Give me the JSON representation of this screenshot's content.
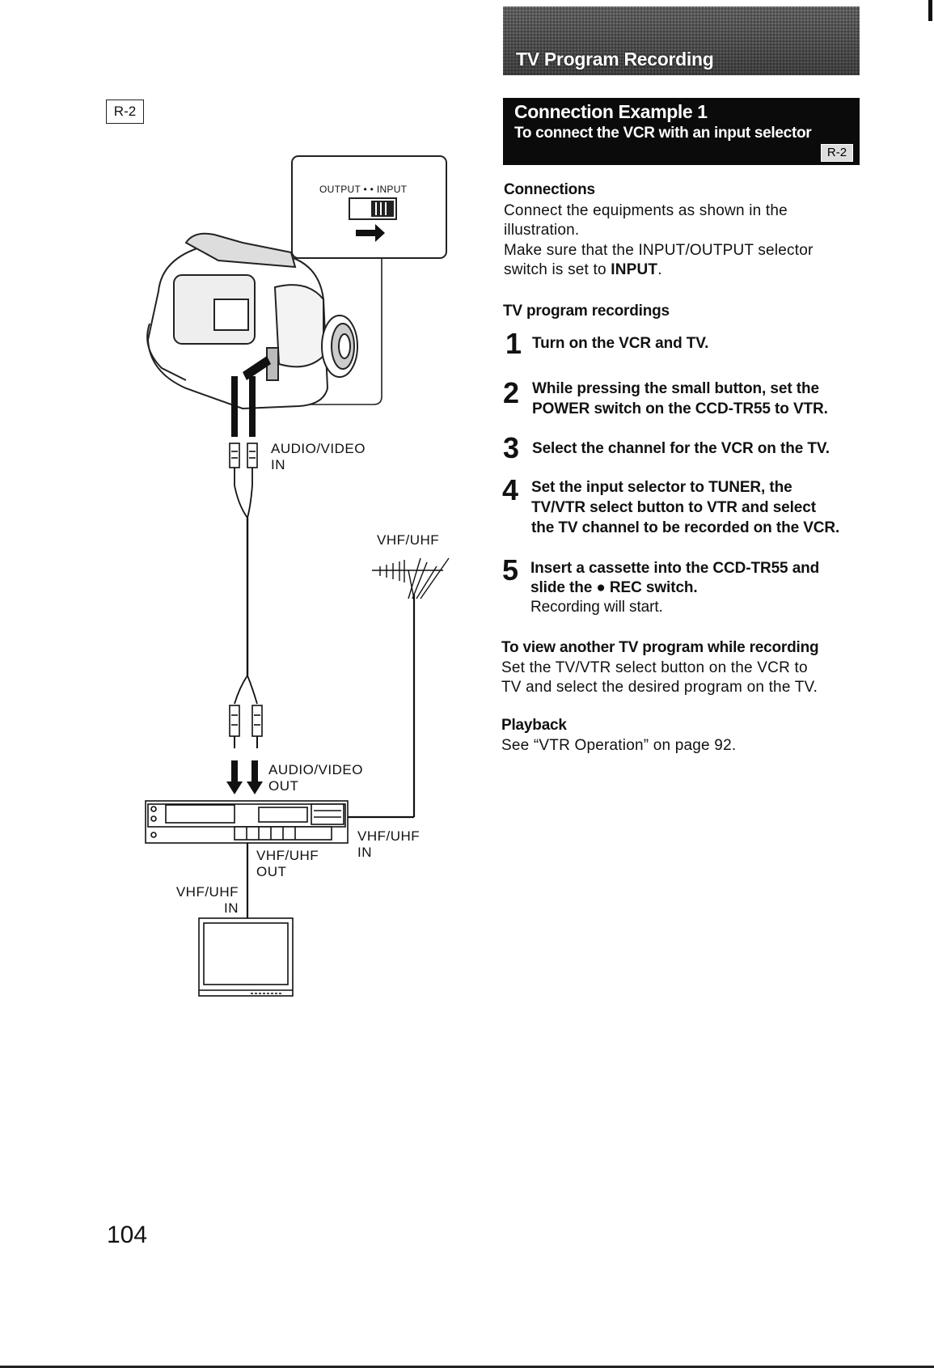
{
  "figure": {
    "ref_tag": "R-2",
    "selector_label": "OUTPUT • • INPUT",
    "audio_video_in": "AUDIO/VIDEO\nIN",
    "vhf_uhf_antenna": "VHF/UHF",
    "audio_video_out": "AUDIO/VIDEO\nOUT",
    "vcr_vhf_uhf_out": "VHF/UHF\nOUT",
    "vcr_vhf_uhf_in": "VHF/UHF\nIN",
    "tv_vhf_uhf_in": "VHF/UHF\nIN"
  },
  "section_title": "TV Program Recording",
  "example": {
    "heading": "Connection Example 1",
    "subheading": "To connect the VCR with an input selector",
    "ref_tag": "R-2"
  },
  "connections": {
    "heading": "Connections",
    "line1": "Connect the equipments as shown in the",
    "line2": "illustration.",
    "line3": "Make sure that the INPUT/OUTPUT selector",
    "line4_prefix": "switch is set to ",
    "line4_bold": "INPUT",
    "line4_suffix": "."
  },
  "tv_program_recordings": {
    "heading": "TV program recordings",
    "steps": [
      {
        "num": "1",
        "lines": [
          "Turn on the VCR and TV."
        ]
      },
      {
        "num": "2",
        "lines": [
          "While pressing the small button, set the",
          "POWER switch on the CCD-TR55 to VTR."
        ]
      },
      {
        "num": "3",
        "lines": [
          "Select the channel for the VCR on the TV."
        ]
      },
      {
        "num": "4",
        "lines": [
          "Set the input selector to TUNER, the",
          "TV/VTR select button to VTR and select",
          "the TV channel to be recorded on the VCR."
        ]
      },
      {
        "num": "5",
        "lines": [
          "Insert a cassette into the CCD-TR55 and",
          "slide the ● REC switch."
        ],
        "note": "Recording will start."
      }
    ]
  },
  "view_another": {
    "heading": "To view another TV program while recording",
    "line1": "Set the TV/VTR select button on the VCR to",
    "line2": "TV and select the desired program on the TV."
  },
  "playback": {
    "heading": "Playback",
    "line1": "See “VTR Operation” on page 92."
  },
  "page_number": "104"
}
